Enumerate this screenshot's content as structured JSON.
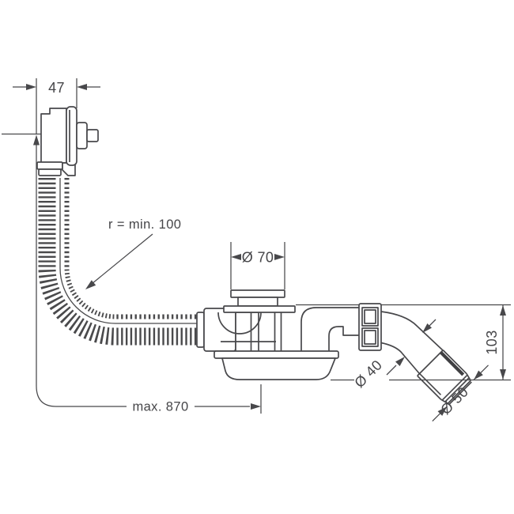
{
  "drawing": {
    "background": "#ffffff",
    "line_color": "#48484b",
    "text_color": "#454548",
    "labels": {
      "overflow_depth": "47",
      "hose_bend_radius": "r = min. 100",
      "waste_flange_diameter": "Ø 70",
      "hose_max_length": "max. 870",
      "outlet_height": "103",
      "outlet_pipe_diameter": "Ø 40",
      "outlet_sleeve_diameter": "Ø 50"
    }
  }
}
